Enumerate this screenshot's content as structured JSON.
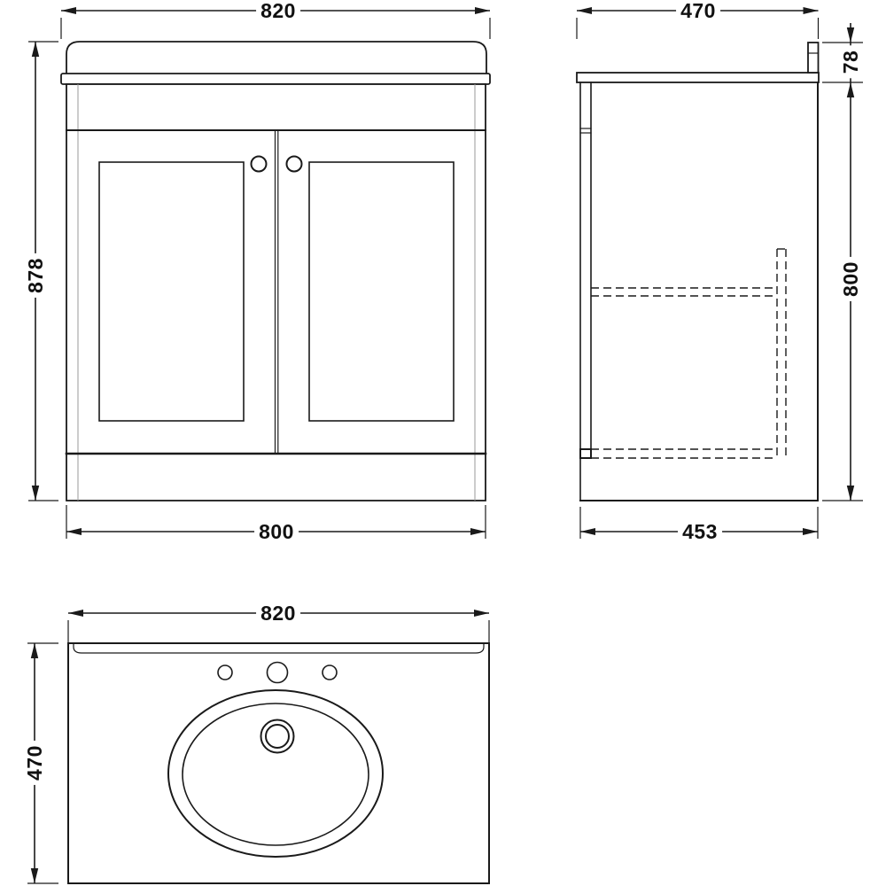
{
  "colors": {
    "line": "#1a1a1a",
    "thin": "#9a9a9a",
    "bg": "#ffffff",
    "text": "#111111"
  },
  "views": {
    "front": {
      "width_top": "820",
      "height": "878",
      "width_bottom": "800"
    },
    "side": {
      "depth_top": "470",
      "worktop_height": "78",
      "height": "800",
      "depth_bottom": "453"
    },
    "plan": {
      "width": "820",
      "depth": "470"
    }
  }
}
